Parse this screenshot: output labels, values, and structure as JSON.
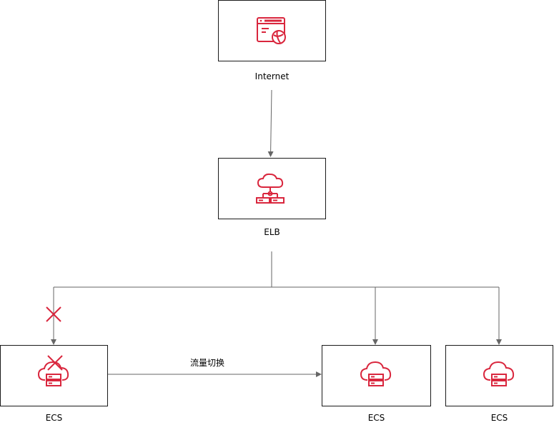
{
  "nodes": {
    "internet": {
      "label": "Internet",
      "icon": "browser-globe-icon"
    },
    "elb": {
      "label": "ELB",
      "icon": "cloud-load-balancer-icon"
    },
    "ecs_failed": {
      "label": "ECS",
      "icon": "cloud-server-icon"
    },
    "ecs_2": {
      "label": "ECS",
      "icon": "cloud-server-icon"
    },
    "ecs_3": {
      "label": "ECS",
      "icon": "cloud-server-icon"
    }
  },
  "edges": {
    "failover_label": "流量切换"
  },
  "colors": {
    "accent": "#d9263d",
    "line": "#666666",
    "border": "#1a1a1a"
  }
}
